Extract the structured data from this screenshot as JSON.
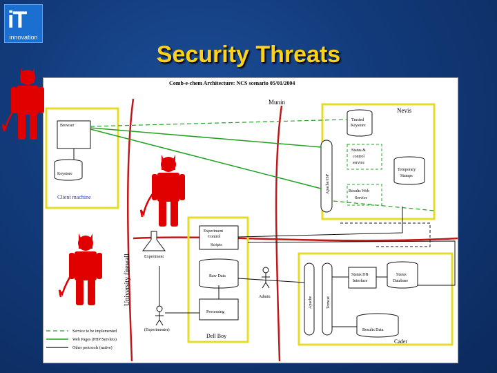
{
  "logo": {
    "mark": "iT",
    "sub": "innovation"
  },
  "slide_title": "Security Threats",
  "diagram": {
    "heading": "Comb-e-chem Architecture: NCS scenario 05/01/2004",
    "regions": {
      "munin": "Munin",
      "nevis": "Nevis",
      "client": "Client machine",
      "dell": "Dell Boy",
      "cader": "Cader",
      "firewall": "University firewall"
    },
    "nodes": {
      "browser": "Browser",
      "keystore": "Keystore",
      "trusted_keystore": [
        "Trusted",
        "Keystore"
      ],
      "apache_jsp": "Apache/JSP",
      "status_control": [
        "Status &",
        "control",
        "service"
      ],
      "temp_stamps": [
        "Temporary",
        "Stamps"
      ],
      "results_web": [
        "Results Web",
        "Service"
      ],
      "exp_control": [
        "Experiment",
        "Control"
      ],
      "scripts": "Scripts",
      "experiment": "Experiment",
      "raw_data": "Raw Data",
      "processing": "Processing",
      "experimenter": "(Experimenter)",
      "admin": "Admin",
      "apache": "Apache",
      "tomcat": "Tomcat",
      "status_db_iface": [
        "Status DB",
        "Interface"
      ],
      "status_database": [
        "Status",
        "Database"
      ],
      "results_data": "Results Data"
    },
    "legend": [
      {
        "label": "Service to be implemented",
        "color": "#22a022",
        "dash": "6,4"
      },
      {
        "label": "Web Pages (PHP/Servlets)",
        "color": "#22a022",
        "dash": ""
      },
      {
        "label": "Other protocols (native)",
        "color": "#111111",
        "dash": ""
      }
    ]
  },
  "colors": {
    "title": "#ffd21a",
    "devil": "#e00000",
    "box": "#e6dc28",
    "firewall": "#c01818",
    "web": "#22a022"
  }
}
